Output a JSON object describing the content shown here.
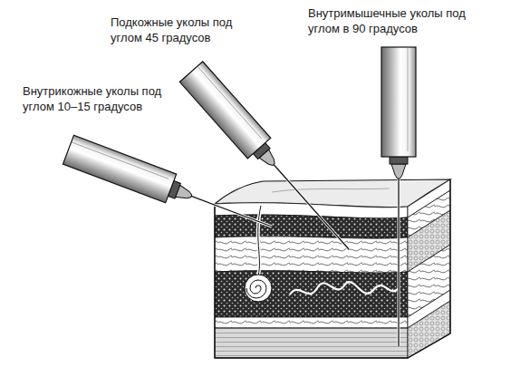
{
  "diagram": {
    "labels": [
      "Подкожные уколы под углом 45 градусов",
      "Внутримышечные уколы под углом в 90 градусов",
      "Внутрикожные уколы под углом 10–15 градусов"
    ]
  }
}
